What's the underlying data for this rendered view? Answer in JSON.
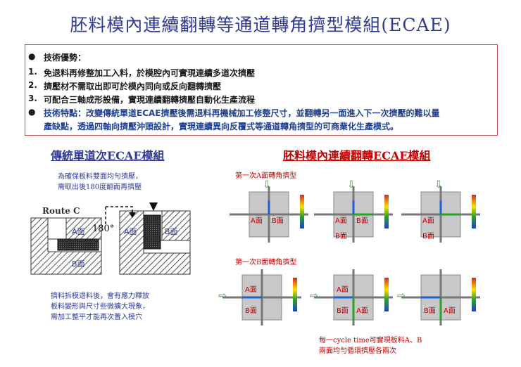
{
  "title": "胚料模內連續翻轉等通道轉角擠型模組(ECAE)",
  "advantages": {
    "heading": "技術優勢：",
    "items": [
      {
        "num": "1.",
        "text": "免退料再修整加工入料，於模腔內可實現連續多道次擠壓"
      },
      {
        "num": "2.",
        "text": "擠壓材不需取出即可於模內同向或反向翻轉擠壓"
      },
      {
        "num": "3.",
        "text": "可配合三軸成形設備，實現連續翻轉擠壓自動化生產流程"
      }
    ],
    "feature_line1": "技術特點：改變傳統單道ECAE擠壓後需退料再機械加工修整尺寸，並翻轉另一面進入下一次擠壓的難以量",
    "feature_line2": "產缺點，透過四軸向擠壓沖頭設計，實現連續異向反覆式等通道轉角擠型的可商業化生產模式。"
  },
  "left": {
    "heading": "傳統單道次ECAE模組",
    "note_top_1": "為確保板料雙面均勻擠壓，",
    "note_top_2": "需取出後180度翻面再擠壓",
    "route_label": "Route C",
    "angle_label": "180°",
    "face_a1": "A面",
    "face_a2": "A面",
    "face_b1": "B面",
    "face_b2": "B面",
    "note_bottom_1": "擠料拆模退料後，會有應力釋放",
    "note_bottom_2": "板料變形與尺寸些微擴大現象，",
    "note_bottom_3": "需加工整平才能再次置入模穴"
  },
  "right": {
    "heading": "胚料模內連續翻轉ECAE模組",
    "caption_a": "第一次A面轉角擠型",
    "caption_b": "第一次B面轉角擠型",
    "row1": [
      {
        "left": "A面",
        "right": "B面",
        "bottom": ""
      },
      {
        "left": "A面",
        "right": "B面",
        "bottom": "B面"
      },
      {
        "left": "A面",
        "right": "",
        "bottom": "B面"
      }
    ],
    "row2": [
      {
        "top": "A面",
        "bottom": "B面",
        "bottom2": ""
      },
      {
        "top": "A面",
        "bottom": "B面",
        "bottom2": "A面"
      },
      {
        "top": "",
        "bottom": "B面",
        "bottom2": "A面"
      }
    ],
    "note_1": "每一cycle time可實現板料A、B",
    "note_2": "兩面均勻循環擠壓各兩次"
  },
  "colors": {
    "title": "#2f3a93",
    "box_border": "#c0504d",
    "red": "#c00000",
    "blue_text": "#2f3a93"
  }
}
